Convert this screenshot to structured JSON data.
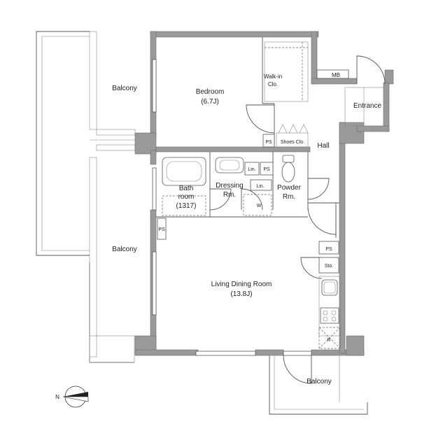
{
  "rooms": {
    "balcony_top": "Balcony",
    "balcony_mid": "Balcony",
    "balcony_bottom": "Balcony",
    "bedroom": "Bedroom",
    "bedroom_size": "(6.7J)",
    "walkin_1": "Walk-in",
    "walkin_2": "Clo.",
    "mb": "MB",
    "entrance": "Entrance",
    "hall": "Hall",
    "ps_1": "PS",
    "ps_2": "PS",
    "ps_3": "PS",
    "ps_4": "PS",
    "shoes_clo": "Shoes Clo.",
    "bath_1": "Bath",
    "bath_2": "room",
    "bath_size": "(1317)",
    "dressing_1": "Dressing",
    "dressing_2": "Rm.",
    "lin_1": "Lin.",
    "lin_2": "Lin.",
    "w": "W",
    "powder_1": "Powder",
    "powder_2": "Rm.",
    "sto": "Sto.",
    "living": "Living Dining Room",
    "living_size": "(13.8J)",
    "r": "R"
  },
  "compass": {
    "label": "N",
    "icon": "north-arrow-icon"
  }
}
